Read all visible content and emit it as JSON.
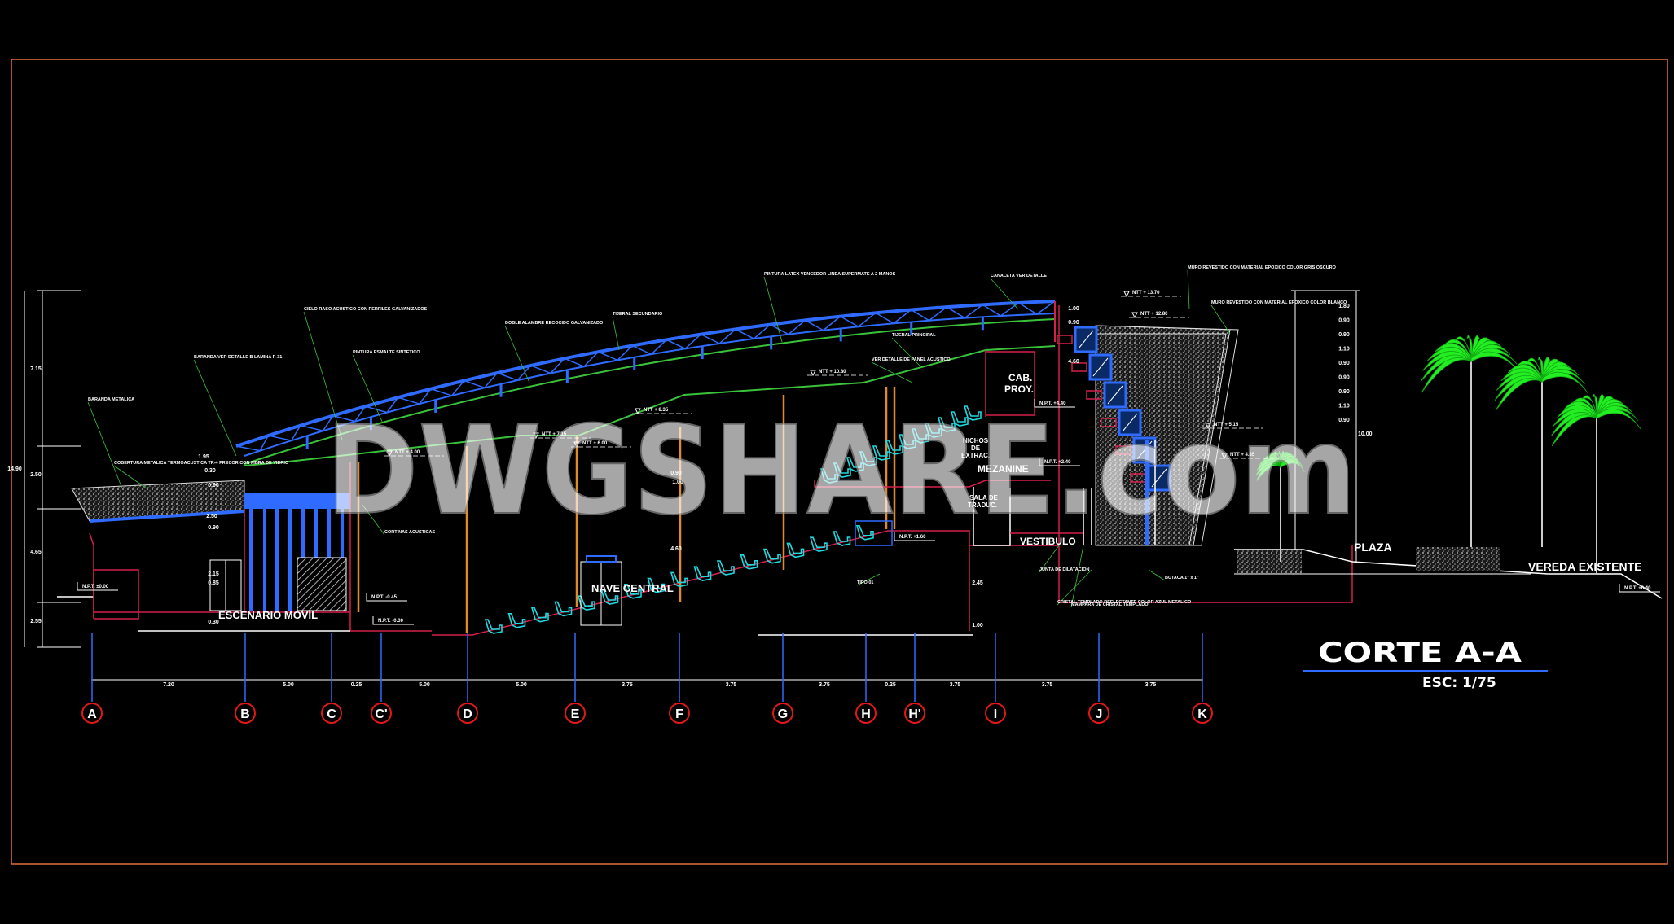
{
  "drawing": {
    "title": "CORTE A-A",
    "scale": "ESC: 1/75",
    "watermark": "DWGSHARE.com",
    "colors": {
      "background": "#000000",
      "frame": "#e0703a",
      "roof": "#2f6bff",
      "truss": "#3bc23b",
      "walls": "#d4204a",
      "columns": "#e08a2a",
      "seats": "#20d8e0",
      "palms": "#22ee22",
      "axis_bubbles": "#e01818",
      "text": "#ffffff"
    }
  },
  "rooms": {
    "escenario": "ESCENARIO MOVIL",
    "nave": "NAVE CENTRAL",
    "cab": "CAB.",
    "proy": "PROY.",
    "mezanine": "MEZANINE",
    "vestibulo": "VESTIBULO",
    "plaza": "PLAZA",
    "vereda": "VEREDA EXISTENTE",
    "nichos": "NICHOS",
    "de": "DE",
    "extrac": "EXTRAC.",
    "sala": "SALA DE",
    "traduc": "TRADUC."
  },
  "axes": {
    "labels": [
      "A",
      "B",
      "C",
      "C'",
      "D",
      "E",
      "F",
      "G",
      "H",
      "H'",
      "I",
      "J",
      "K"
    ],
    "spacings": [
      "7.20",
      "5.00",
      "0.25",
      "5.00",
      "5.00",
      "3.75",
      "3.75",
      "3.75",
      "0.25",
      "3.75",
      "3.75",
      "3.75"
    ]
  },
  "levels": {
    "left": [
      "7.15",
      "14.90",
      "2.50",
      "4.65",
      "2.55"
    ],
    "right": [
      "1.80",
      "0.90",
      "0.90",
      "1.10",
      "0.90",
      "0.90",
      "0.90",
      "1.10",
      "0.90",
      "10.00"
    ],
    "mid": [
      "1.95",
      "0.30",
      "0.90",
      "2.50",
      "0.90",
      "2.15",
      "0.85",
      "0.30",
      "0.90",
      "1.00",
      "1.00",
      "0.90",
      "4.60",
      "4.60",
      "2.45",
      "1.00"
    ],
    "ntt": [
      "NTT + 13.70",
      "NTT + 12.80",
      "NTT + 10.80",
      "NTT + 8.35",
      "NTT + 7.15",
      "NTT + 6.00",
      "NTT + 5.15",
      "NTT + 4.85",
      "NTT + 4.00"
    ],
    "npt": [
      "N.P.T. +4.40",
      "N.P.T. +2.40",
      "N.P.T. -0.45",
      "N.P.T. -0.30",
      "N.P.T. +1.60",
      "N.P.T. +0.40",
      "N.P.T. ±0.00"
    ]
  },
  "notes": [
    "TIJERAL PRINCIPAL",
    "TIJERAL SECUNDARIO",
    "COBERTURA METALICA TERMOACUSTICA TR-4 PRECOR CON FIBRA DE VIDRIO",
    "CIELO RASO ACUSTICO CON PERFILES GALVANIZADOS",
    "PINTURA ESMALTE SINTETICO",
    "CANALETA VER DETALLE",
    "PINTURA LATEX VENCEDOR LINEA SUPERMATE A 2 MANOS",
    "MURO REVESTIDO CON MATERIAL EPOXICO COLOR GRIS OSCURO",
    "DOBLE ALAMBRE RECOCIDO GALVANIZADO",
    "VER DETALLE DE PANEL ACUSTICO",
    "BARANDA METALICA",
    "MAMPARA DE CRISTAL TEMPLADO",
    "JUNTA DE DILATACION",
    "CORTINAS ACUSTICAS",
    "TIPO 01",
    "BUTACA 1\" x 1\"",
    "CRISTAL TEMPLADO REFLECTANTE COLOR AZUL METALICO",
    "BARANDA VER DETALLE B LAMINA P-31",
    "MURO REVESTIDO CON MATERIAL EPOXICO COLOR BLANCO"
  ]
}
